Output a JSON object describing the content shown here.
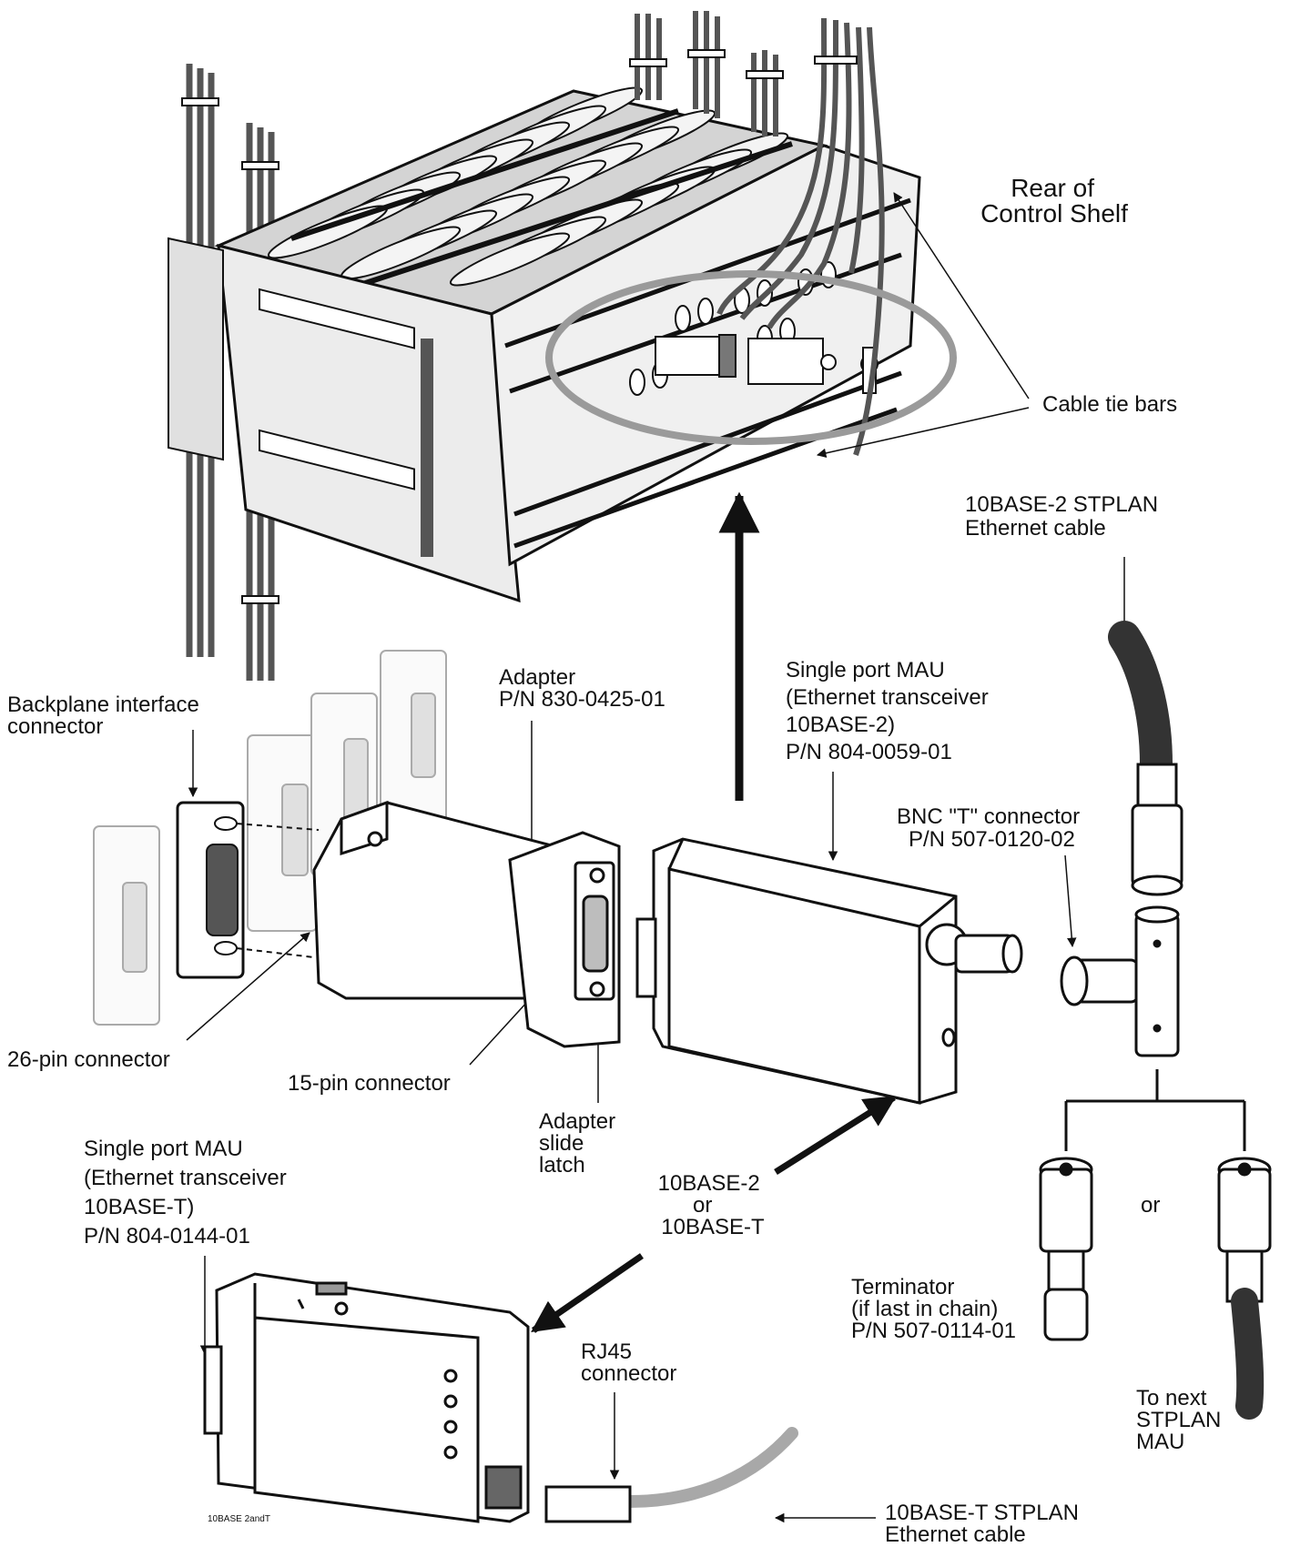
{
  "labels": {
    "rear_of_control_shelf": [
      "Rear of",
      "Control Shelf"
    ],
    "cable_tie_bars": [
      "Cable tie bars"
    ],
    "stplan_10base2_cable": [
      "10BASE-2 STPLAN",
      "Ethernet cable"
    ],
    "backplane_interface_connector": [
      "Backplane interface",
      "connector"
    ],
    "adapter": [
      "Adapter",
      "P/N 830-0425-01"
    ],
    "mau_10base2": [
      "Single port MAU",
      "(Ethernet transceiver",
      "10BASE-2)",
      "P/N 804-0059-01"
    ],
    "bnc_t_connector": [
      "BNC \"T\" connector",
      "P/N 507-0120-02"
    ],
    "connector_26pin": [
      "26-pin connector"
    ],
    "connector_15pin": [
      "15-pin connector"
    ],
    "adapter_slide_latch": [
      "Adapter",
      "slide",
      "latch"
    ],
    "mau_10baset": [
      "Single port MAU",
      "(Ethernet transceiver",
      "10BASE-T)",
      "P/N 804-0144-01"
    ],
    "either_10base2_or_t": [
      "10BASE-2",
      "or",
      "10BASE-T"
    ],
    "or_choice": [
      "or"
    ],
    "terminator": [
      "Terminator",
      "(if last in chain)",
      "P/N 507-0114-01"
    ],
    "to_next_mau": [
      "To next",
      "STPLAN",
      "MAU"
    ],
    "rj45_connector": [
      "RJ45",
      "connector"
    ],
    "stplan_10baset_cable": [
      "10BASE-T STPLAN",
      "Ethernet cable"
    ],
    "figure_id": [
      "10BASE 2andT"
    ]
  },
  "colors": {
    "ink": "#111111",
    "callout_ring": "#9a9a9a",
    "light_cable": "#a8a8a8",
    "shelf_panel": "#e6e6e6",
    "connector_fill": "#f2f2f2"
  }
}
